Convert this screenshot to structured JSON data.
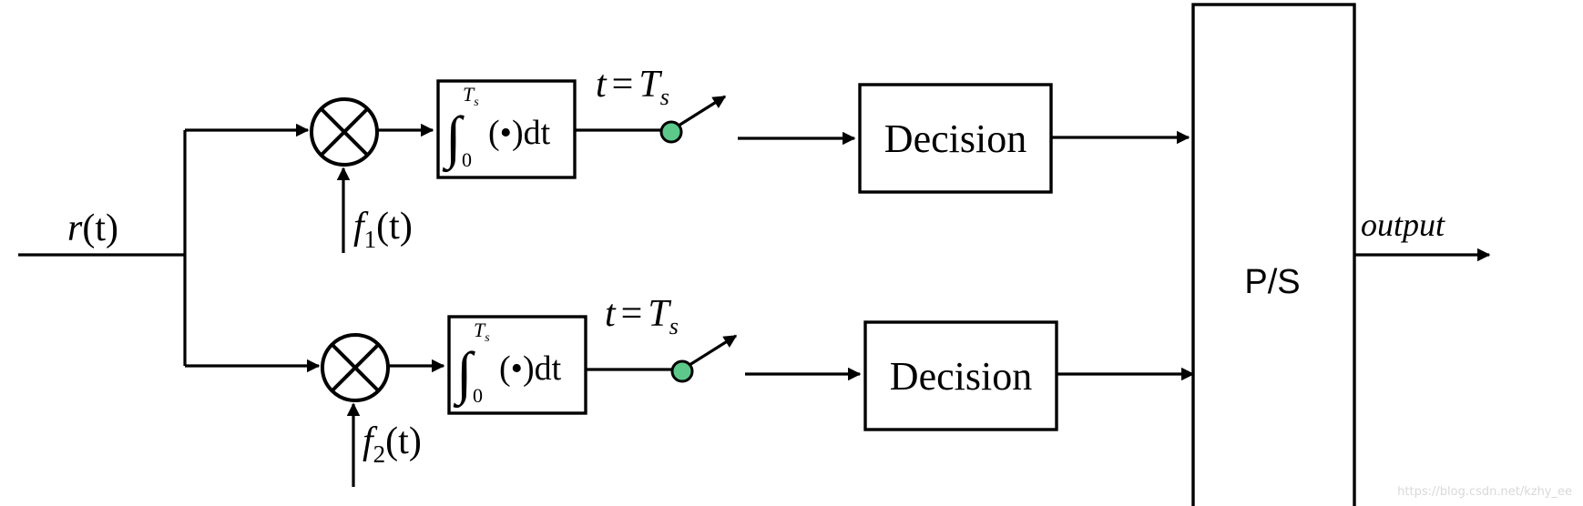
{
  "input_label": {
    "base": "r",
    "arg": "(t)"
  },
  "branches": [
    {
      "carrier": {
        "base": "f",
        "sub": "1",
        "arg": "(t)"
      },
      "integrator": {
        "upper": "T",
        "upper_sub": "s",
        "lower": "0",
        "body": "(•)dt"
      },
      "sampler": {
        "lhs": "t",
        "eq": "=",
        "rhs": "T",
        "rhs_sub": "s"
      },
      "decision_label": "Decision"
    },
    {
      "carrier": {
        "base": "f",
        "sub": "2",
        "arg": "(t)"
      },
      "integrator": {
        "upper": "T",
        "upper_sub": "s",
        "lower": "0",
        "body": "(•)dt"
      },
      "sampler": {
        "lhs": "t",
        "eq": "=",
        "rhs": "T",
        "rhs_sub": "s"
      },
      "decision_label": "Decision"
    }
  ],
  "ps_label": "P/S",
  "output_label": "output",
  "watermark": "https://blog.csdn.net/kzhy_ee",
  "colors": {
    "line": "#000000",
    "switch_contact": "#5cc98a"
  }
}
